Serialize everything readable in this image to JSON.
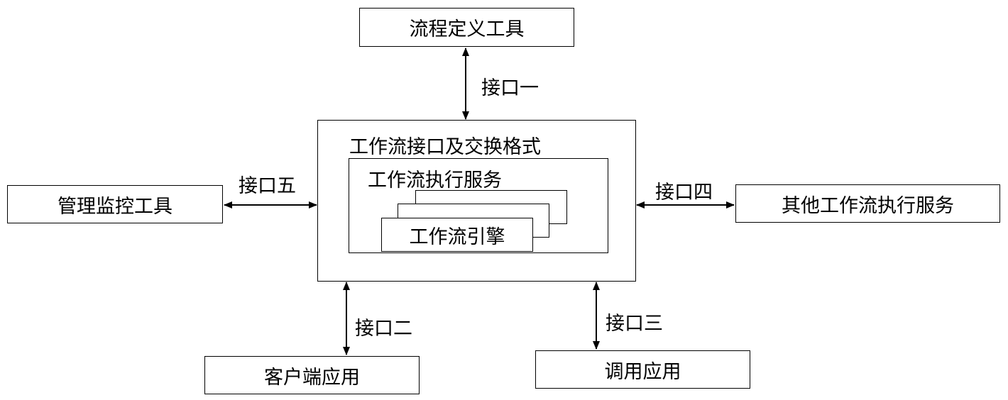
{
  "diagram": {
    "top_box": {
      "label": "流程定义工具"
    },
    "left_box": {
      "label": "管理监控工具"
    },
    "right_box": {
      "label": "其他工作流执行服务"
    },
    "bottom_left_box": {
      "label": "客户端应用"
    },
    "bottom_right_box": {
      "label": "调用应用"
    },
    "center_box": {
      "title": "工作流接口及交换格式",
      "service_box": {
        "title": "工作流执行服务",
        "engine_label": "工作流引擎"
      }
    },
    "interfaces": {
      "iface1": "接口一",
      "iface2": "接口二",
      "iface3": "接口三",
      "iface4": "接口四",
      "iface5": "接口五"
    }
  }
}
